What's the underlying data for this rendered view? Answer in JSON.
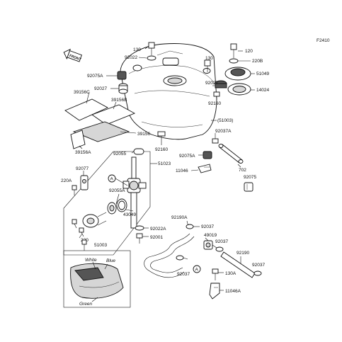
{
  "figure_id": "F2410",
  "front_label": "FRONT",
  "detail_marker": "A",
  "inset_labels": {
    "white": "White",
    "blue": "Blue",
    "green": "Green"
  },
  "parts": {
    "p130_top": "130",
    "p92022": "92022",
    "p92075A_left": "92075A",
    "p92027_left": "92027",
    "p39156C": "39156C",
    "p39156B": "39156B",
    "p39156": "39156",
    "p39156A": "39156A",
    "p92055": "92055",
    "p51023": "51023",
    "p92077": "92077",
    "p220A": "220A",
    "p92055A": "92055A",
    "p43049": "43049",
    "p220": "220",
    "p92022A": "92022A",
    "p92001": "92001",
    "p51003_inset": "51003",
    "p120": "120",
    "p220B": "220B",
    "p130_right": "130",
    "p51049": "51049",
    "p92027_right": "92027",
    "p14024": "14024",
    "p92160_right": "92160",
    "p51003_ref": "(51003)",
    "p92037A": "92037A",
    "p92160_mid": "92160",
    "p92075A_mid": "92075A",
    "p11046": "11046",
    "p702": "702",
    "p92075": "92075",
    "p92190A": "92190A",
    "p92037_a": "92037",
    "p49019": "49019",
    "p92037_b": "92037",
    "p92190": "92190",
    "p92037_c": "92037",
    "p92037_d": "92037",
    "p130A": "130A",
    "p11046A": "11046A"
  }
}
